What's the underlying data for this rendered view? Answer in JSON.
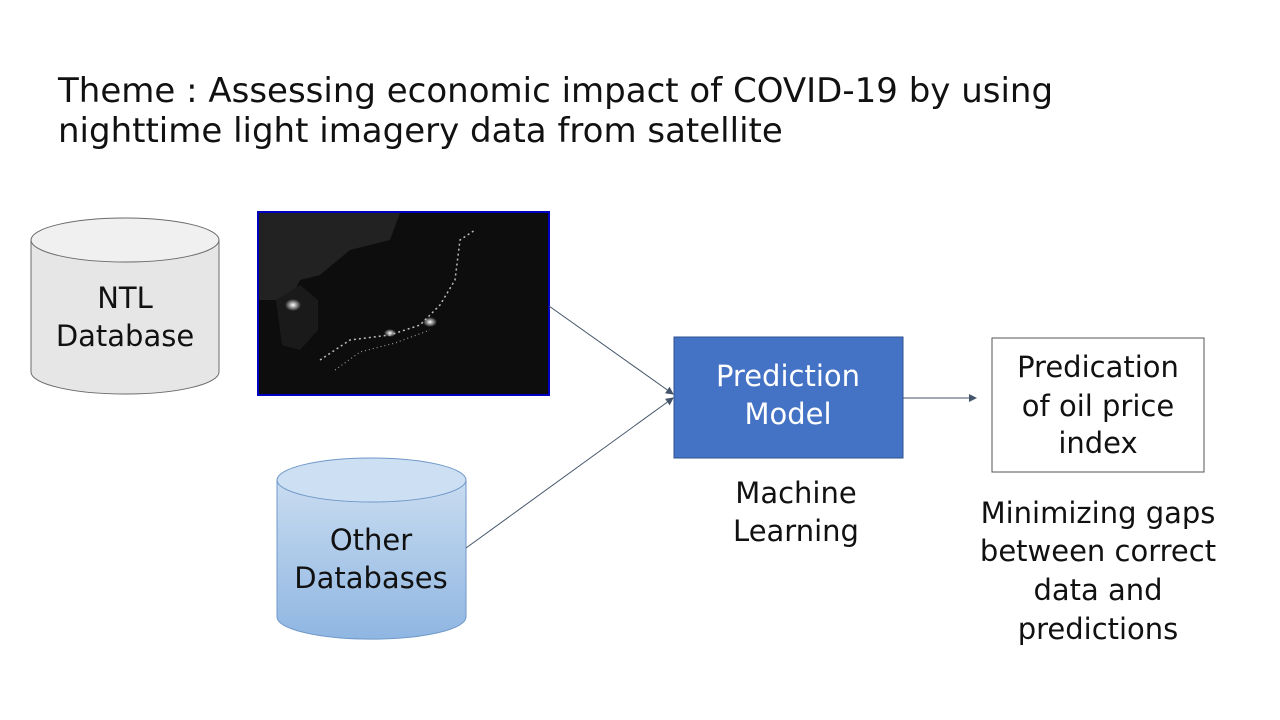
{
  "title": {
    "line1": "Theme : Assessing economic impact of COVID-19 by using",
    "line2": "nighttime light imagery data from satellite"
  },
  "ntl_database": {
    "line1": "NTL",
    "line2": "Database"
  },
  "other_databases": {
    "line1": "Other",
    "line2": "Databases"
  },
  "prediction_model": {
    "line1": "Prediction",
    "line2": "Model"
  },
  "machine_learning": {
    "line1": "Machine",
    "line2": "Learning"
  },
  "output": {
    "line1": "Predication",
    "line2": "of oil price",
    "line3": "index"
  },
  "objective": {
    "line1": "Minimizing gaps",
    "line2": "between correct",
    "line3": "data and",
    "line4": "predictions"
  },
  "colors": {
    "model_fill": "#4472c4",
    "ntl_fill": "#e7e6e6",
    "other_fill_top": "#c9dcf0",
    "other_fill_bottom": "#8fb6e2",
    "image_border": "#0000c0"
  }
}
